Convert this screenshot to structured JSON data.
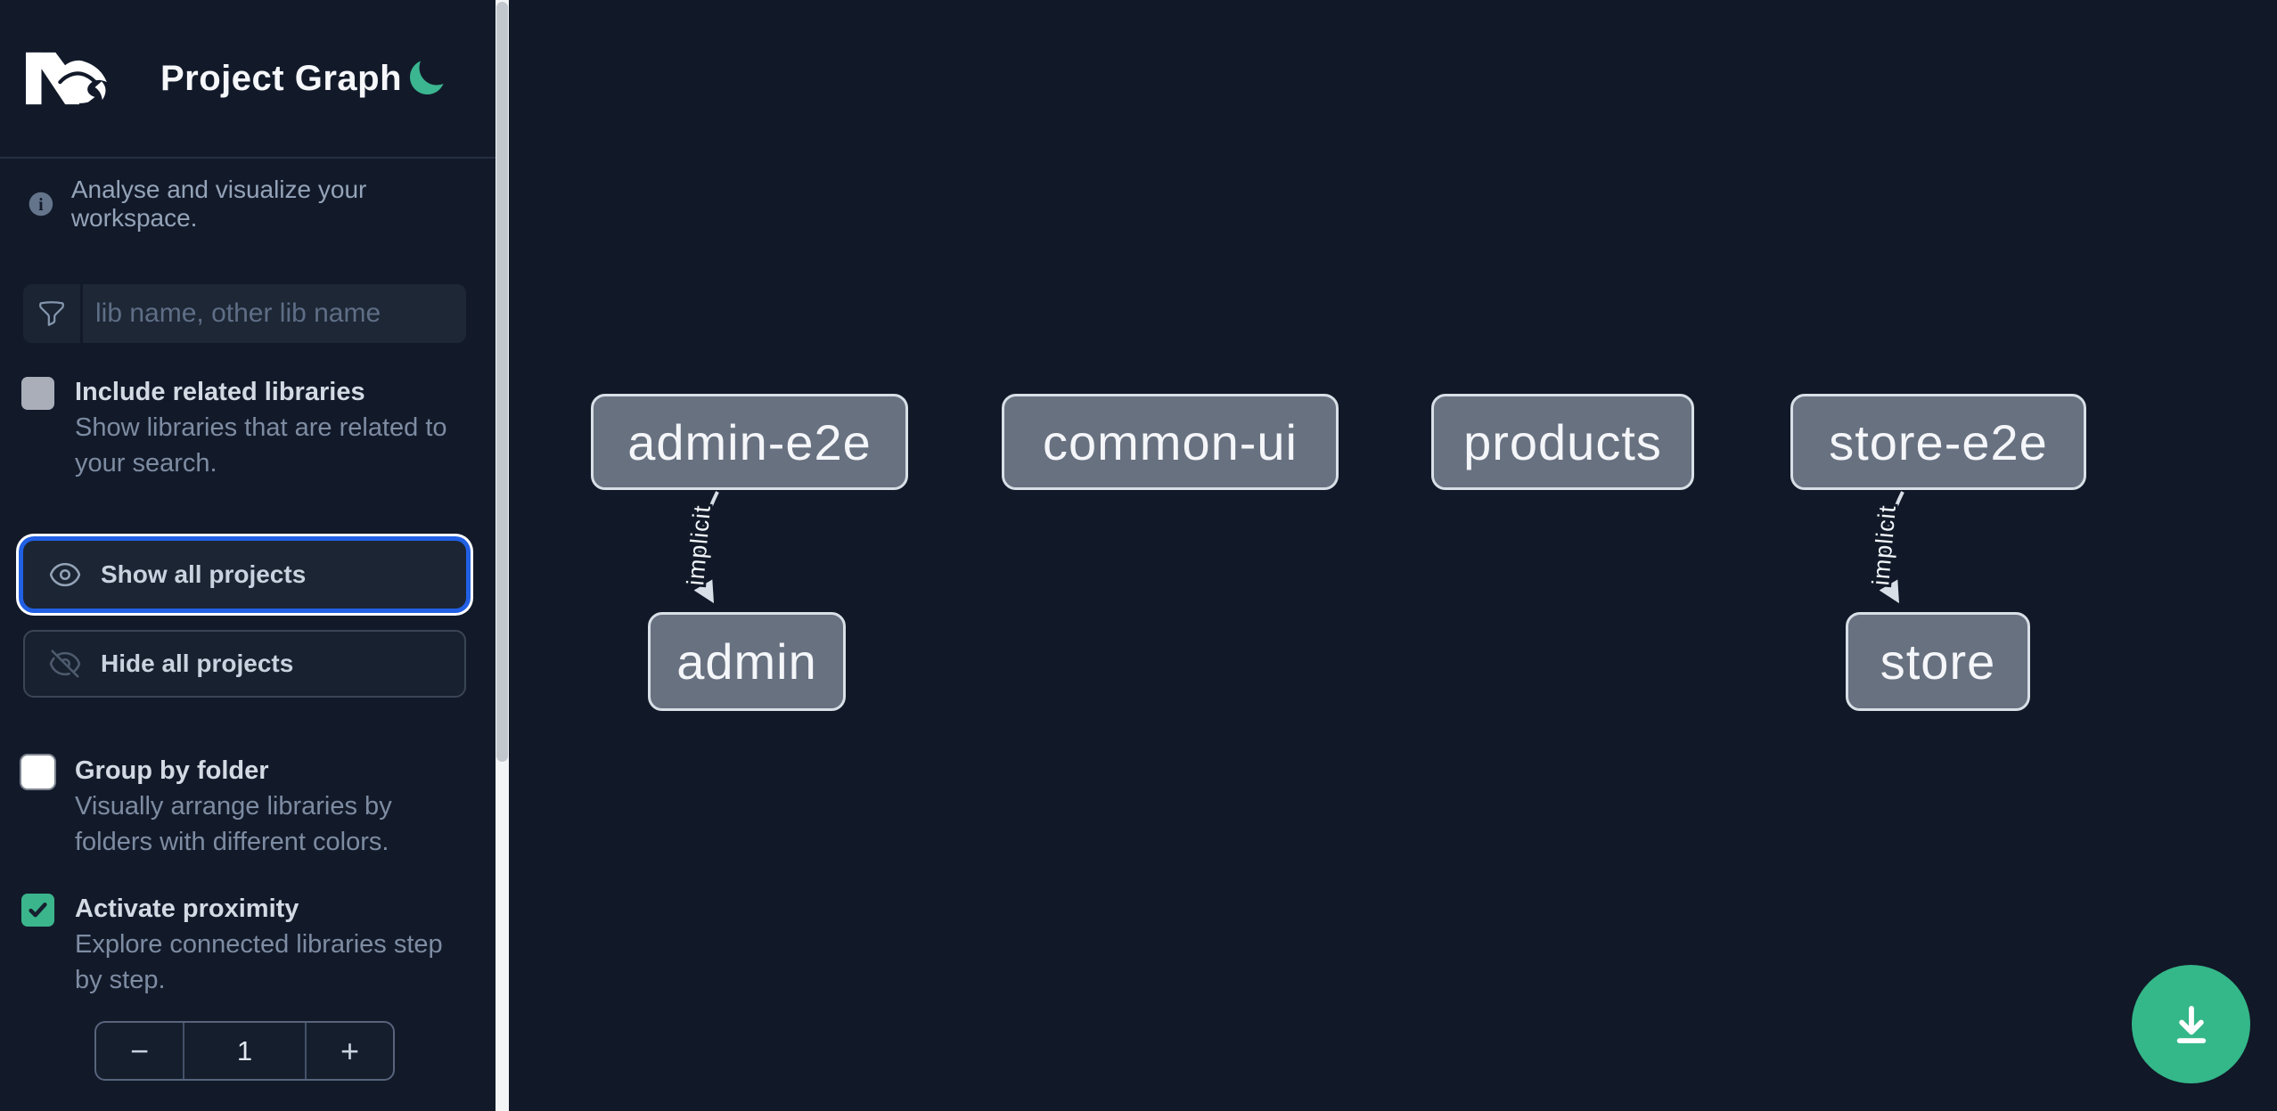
{
  "app": {
    "title": "Project Graph"
  },
  "sidebar": {
    "tagline": "Analyse and visualize your workspace.",
    "search": {
      "placeholder": "lib name, other lib name"
    },
    "options": [
      {
        "id": "include-related-libraries",
        "label": "Include related libraries",
        "description": "Show libraries that are related to your search.",
        "checked": false
      },
      {
        "id": "group-by-folder",
        "label": "Group by folder",
        "description": "Visually arrange libraries by folders with different colors.",
        "checked": false
      },
      {
        "id": "activate-proximity",
        "label": "Activate proximity",
        "description": "Explore connected libraries step by step.",
        "checked": true
      }
    ],
    "buttons": {
      "show_all": "Show all projects",
      "hide_all": "Hide all projects"
    },
    "stepper": {
      "decrement": "−",
      "value": "1",
      "increment": "+"
    }
  },
  "graph": {
    "nodes": [
      {
        "label": "admin-e2e"
      },
      {
        "label": "common-ui"
      },
      {
        "label": "products"
      },
      {
        "label": "store-e2e"
      },
      {
        "label": "admin"
      },
      {
        "label": "store"
      }
    ],
    "edges": [
      {
        "from": "admin-e2e",
        "to": "admin",
        "label": "implicit"
      },
      {
        "from": "store-e2e",
        "to": "store",
        "label": "implicit"
      }
    ]
  },
  "icons": {
    "logo": "nx-logo",
    "theme_toggle": "moon-icon",
    "info": "info-circle-icon",
    "search": "funnel-icon",
    "show_all": "eye-icon",
    "hide_all": "eye-slash-icon",
    "export": "download-icon"
  },
  "colors": {
    "accent_green": "#34b789",
    "focus_ring_blue": "#2160e4",
    "node_fill": "#687180",
    "node_border": "#d9dfe7",
    "sidebar_bg": "#121a2a",
    "canvas_bg": "#111827",
    "checked_checkbox": "#3bb68c"
  }
}
